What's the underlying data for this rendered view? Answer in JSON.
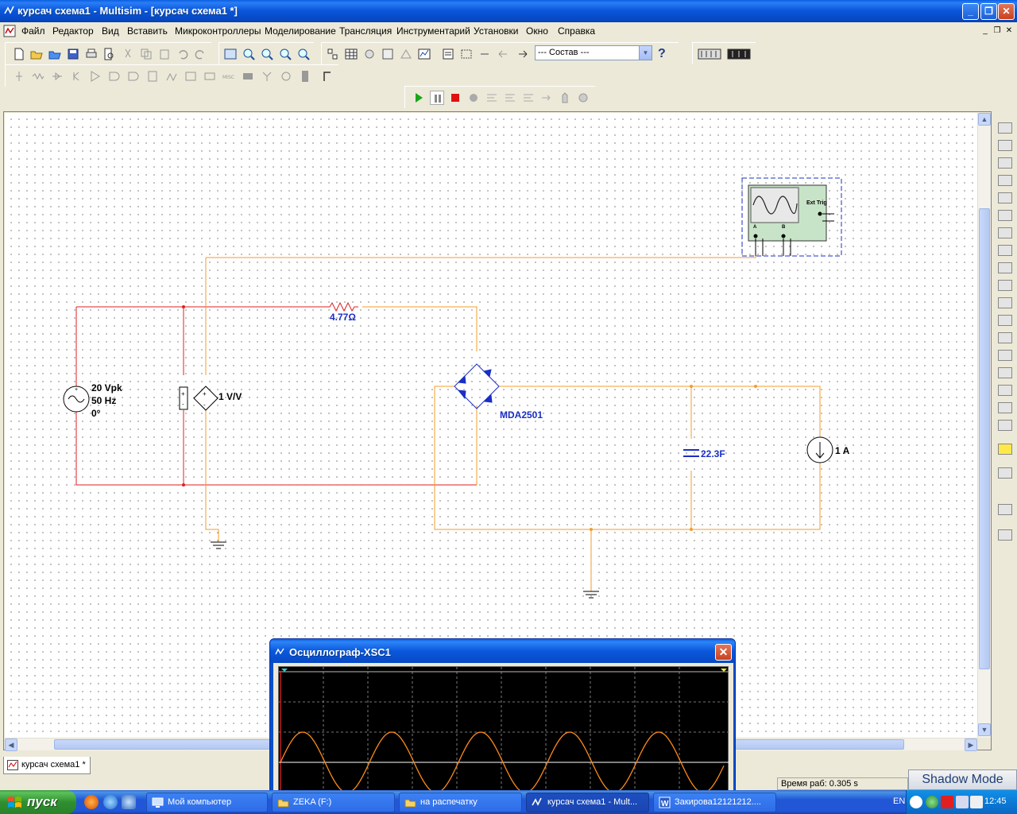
{
  "window": {
    "title": "курсач схема1 - Multisim - [курсач схема1 *]"
  },
  "menu": [
    "Файл",
    "Редактор",
    "Вид",
    "Вставить",
    "Микроконтроллеры",
    "Моделирование",
    "Трансляция",
    "Инструментарий",
    "Установки",
    "Окно",
    "Справка"
  ],
  "toolbar": {
    "component_select": "--- Состав ---",
    "help_label": "?"
  },
  "circuit": {
    "source": {
      "amplitude": "20 Vpk",
      "frequency": "50 Hz",
      "phase": "0°"
    },
    "controlled_source": "1 V/V",
    "resistor": "4.77Ω",
    "bridge": "MDA2501",
    "capacitor": "22.3F",
    "current_source": "1 A",
    "scope_ext_trig": "Ext Trig",
    "scope_a": "A",
    "scope_b": "B"
  },
  "document_tab": "курсач схема1 *",
  "status": {
    "sim_time": "Время раб: 0.305 s"
  },
  "shadow_mode": "Shadow Mode",
  "oscilloscope": {
    "title": "Осциллограф-XSC1"
  },
  "taskbar": {
    "start": "пуск",
    "tasks": [
      "Мой компьютер",
      "ZEKA (F:)",
      "на распечатку",
      "курсач схема1 - Mult...",
      "Закирова12121212...."
    ],
    "lang": "EN",
    "clock": "12:45"
  },
  "colors": {
    "titlebar": "#0a5fe0",
    "wire_red": "#e02020",
    "wire_orange": "#f39c2a",
    "label_blue": "#1a2fc4",
    "trace": "#ff8c1a"
  }
}
